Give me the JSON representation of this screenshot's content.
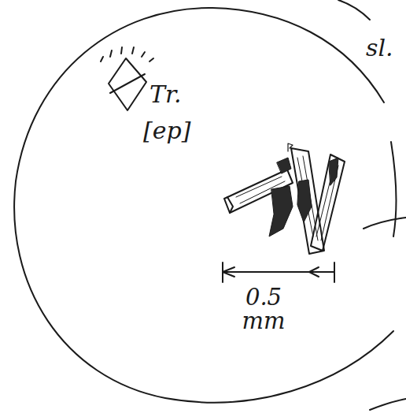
{
  "diagram": {
    "labels": [
      "Tr.",
      "[ep]",
      "0.5 mm",
      "sl."
    ]
  }
}
